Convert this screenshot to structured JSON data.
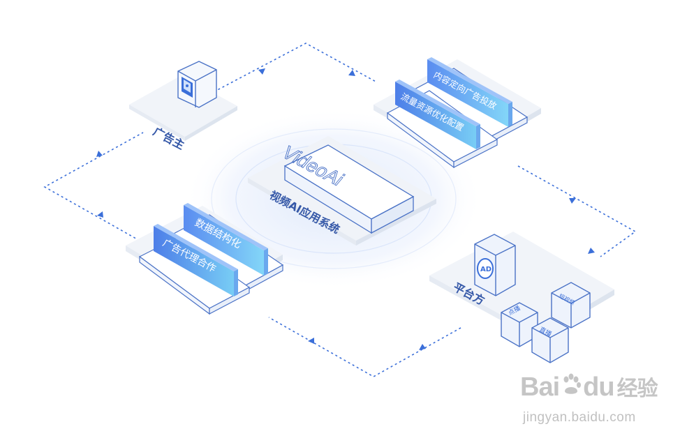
{
  "center": {
    "product_logo": "VideoAi",
    "label": "视频AI应用系统"
  },
  "nodes": {
    "advertiser": {
      "label": "广告主"
    },
    "platform": {
      "label": "平台方",
      "ad_badge": "AD",
      "cubes": [
        "短视频",
        "点播",
        "直播"
      ]
    },
    "targeting": {
      "cards": [
        "内容定向广告投放",
        "流量资源优化配置"
      ]
    },
    "agency": {
      "cards": [
        "数据结构化",
        "广告代理合作"
      ]
    }
  },
  "colors": {
    "accent": "#3b6fd9",
    "card_gradient_start": "#5a8cf0",
    "card_gradient_end": "#7ed3f7",
    "platform_stroke": "#4a72c6",
    "platform_fill": "#eef3fc"
  },
  "watermark": {
    "brand": "Bai",
    "brand_tail": "du",
    "suffix": "经验",
    "url": "jingyan.baidu.com"
  }
}
